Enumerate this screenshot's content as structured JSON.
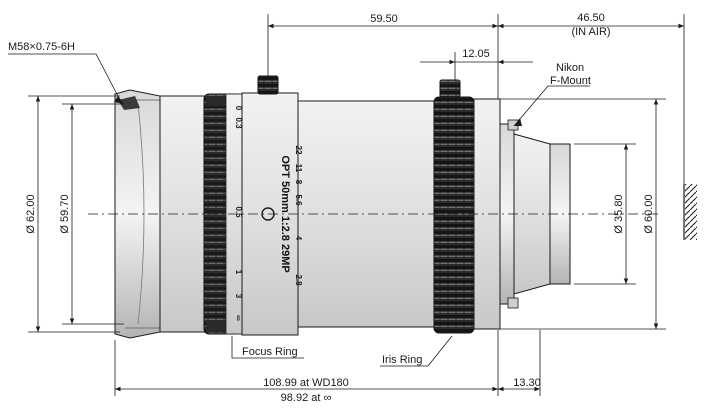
{
  "dimensions": {
    "top_length": "59.50",
    "air_length": "46.50",
    "air_note": "(IN AIR)",
    "knob_width": "12.05",
    "thread": "M58×0.75-6H",
    "dia_outer": "Ø 62.00",
    "dia_inner": "Ø 59.70",
    "dia_mount": "Ø 35.80",
    "dia_body": "Ø 60.00",
    "bottom_length_wd": "108.99 at  WD180",
    "bottom_length_inf": "98.92 at ∞",
    "flange_length": "13.30"
  },
  "labels": {
    "mount_line1": "Nikon",
    "mount_line2": "F-Mount",
    "focus_ring": "Focus Ring",
    "iris_ring": "Iris Ring"
  },
  "engraving": {
    "model": "OPT 50mm 1:2.8 29MP",
    "focus_scale": [
      "0",
      "0.3",
      "0.5",
      "1",
      "3",
      "∞"
    ],
    "iris_scale": [
      "22",
      "11",
      "8",
      "5.6",
      "4",
      "2.8"
    ]
  }
}
